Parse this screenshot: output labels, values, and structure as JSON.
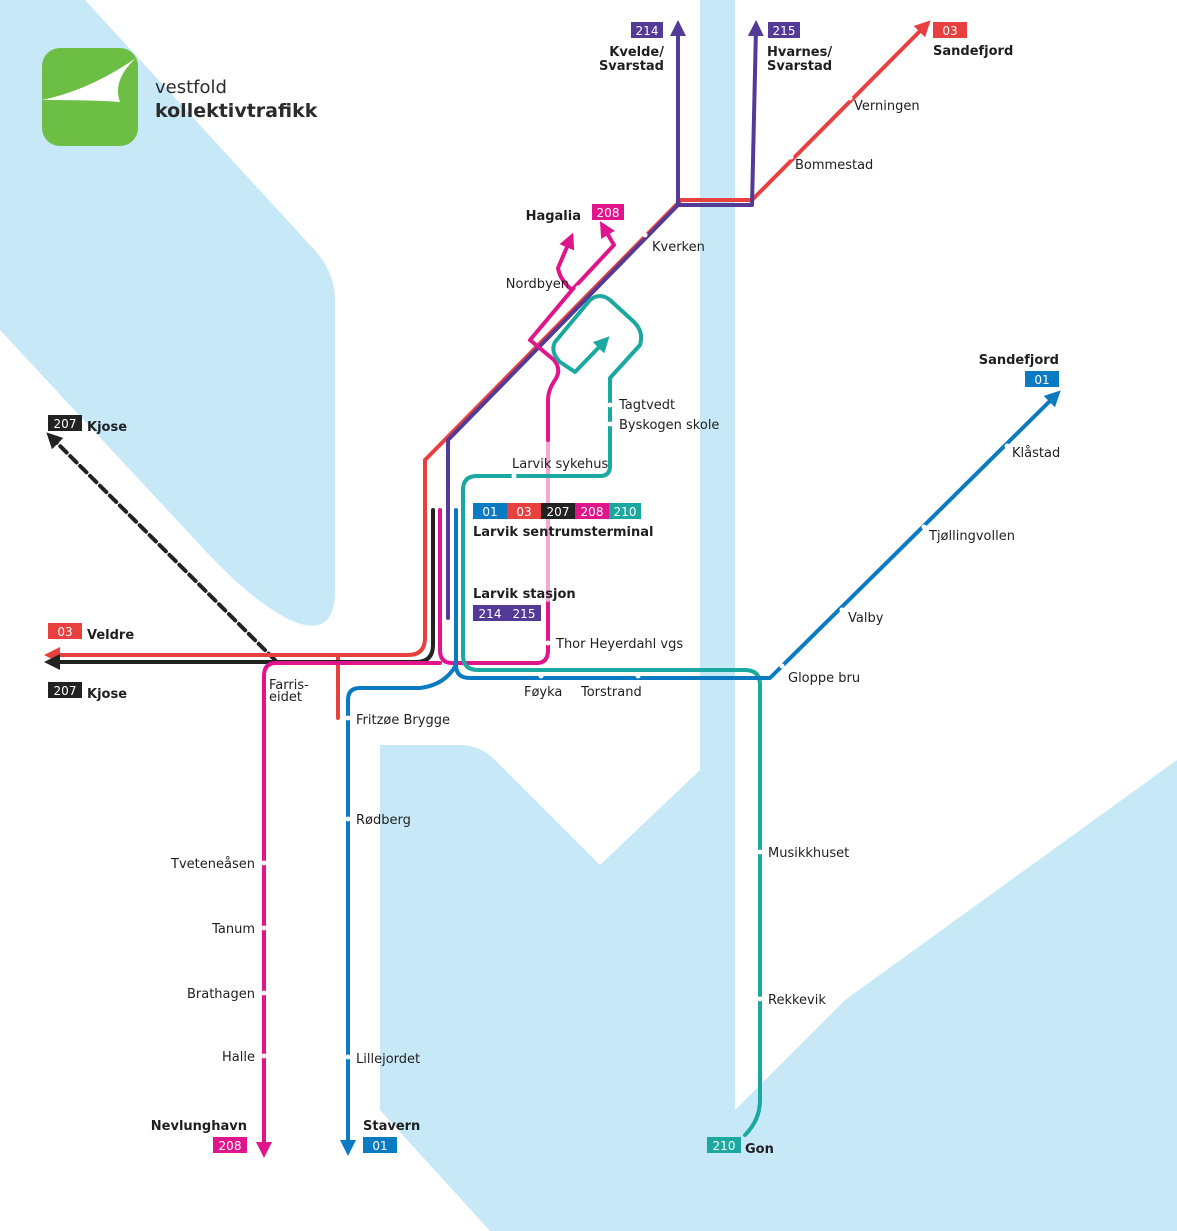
{
  "brand": {
    "line1": "vestfold",
    "line2": "kollektivtrafikk",
    "color": "#6dbe45"
  },
  "colors": {
    "water": "#c6e8f7",
    "route_01": "#0a7ac2",
    "route_03": "#e8403e",
    "route_207": "#222222",
    "route_208": "#e0158c",
    "route_208_light": "#f5a8d3",
    "route_210": "#1aa8a0",
    "route_214": "#533a96",
    "route_215": "#533a96"
  },
  "routes": [
    {
      "number": "214",
      "color_key": "route_214"
    },
    {
      "number": "215",
      "color_key": "route_215"
    },
    {
      "number": "03",
      "color_key": "route_03"
    },
    {
      "number": "208",
      "color_key": "route_208"
    },
    {
      "number": "01",
      "color_key": "route_01"
    },
    {
      "number": "207",
      "color_key": "route_207"
    },
    {
      "number": "210",
      "color_key": "route_210"
    }
  ],
  "terminals": {
    "kvelde": {
      "route": "214",
      "name_line1": "Kvelde/",
      "name_line2": "Svarstad"
    },
    "hvarnes": {
      "route": "215",
      "name_line1": "Hvarnes/",
      "name_line2": "Svarstad"
    },
    "sandefjord_03": {
      "route": "03",
      "name": "Sandefjord"
    },
    "hagalia": {
      "route": "208",
      "name": "Hagalia"
    },
    "sandefjord_01": {
      "route": "01",
      "name": "Sandefjord"
    },
    "kjose_top": {
      "route": "207",
      "name": "Kjose"
    },
    "veldre": {
      "route": "03",
      "name": "Veldre"
    },
    "kjose_bottom": {
      "route": "207",
      "name": "Kjose"
    },
    "nevlunghavn": {
      "route": "208",
      "name": "Nevlunghavn"
    },
    "stavern": {
      "route": "01",
      "name": "Stavern"
    },
    "gon": {
      "route": "210",
      "name": "Gon"
    }
  },
  "hubs": {
    "sentrumsterminal": {
      "name": "Larvik sentrumsterminal",
      "routes": [
        "01",
        "03",
        "207",
        "208",
        "210"
      ]
    },
    "stasjon": {
      "name": "Larvik stasjon",
      "routes": [
        "214",
        "215"
      ]
    }
  },
  "stops": {
    "verningen": "Verningen",
    "bommestad": "Bommestad",
    "kverken": "Kverken",
    "nordbyen": "Nordbyen",
    "tagtvedt": "Tagtvedt",
    "byskogen": "Byskogen skole",
    "sykehus": "Larvik sykehus",
    "thor": "Thor Heyerdahl vgs",
    "foyka": "Føyka",
    "torstrand": "Torstrand",
    "gloppe": "Gloppe bru",
    "valby": "Valby",
    "tjolling": "Tjøllingvollen",
    "klastad": "Klåstad",
    "farris1": "Farris-",
    "farris2": "eidet",
    "fritzoe": "Fritzøe Brygge",
    "rodberg": "Rødberg",
    "lillejordet": "Lillejordet",
    "tveteneasen": "Tveteneåsen",
    "tanum": "Tanum",
    "brathagen": "Brathagen",
    "halle": "Halle",
    "musikkhuset": "Musikkhuset",
    "rekkevik": "Rekkevik"
  }
}
